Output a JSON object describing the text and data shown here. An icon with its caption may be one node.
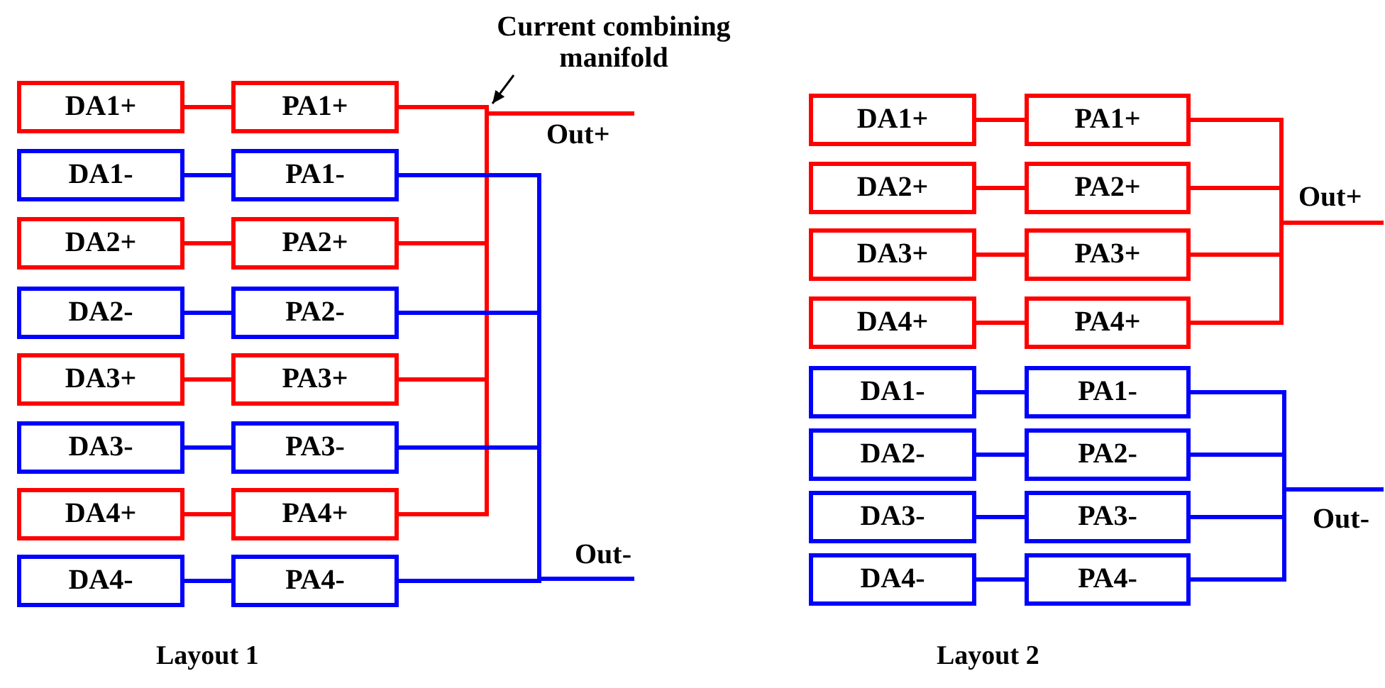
{
  "diagram": {
    "nodes": [
      {
        "text": [
          "DA1+"
        ]
      },
      {
        "text": [
          "PA1+"
        ]
      },
      {
        "text": [
          "DA1-"
        ]
      },
      {
        "text": [
          "PA1-"
        ]
      },
      {
        "text": [
          "DA2+"
        ]
      },
      {
        "text": [
          "PA2+"
        ]
      },
      {
        "text": [
          "DA2-"
        ]
      },
      {
        "text": [
          "PA2-"
        ]
      },
      {
        "text": [
          "DA3+"
        ]
      },
      {
        "text": [
          "PA3+"
        ]
      },
      {
        "text": [
          "DA3-"
        ]
      },
      {
        "text": [
          "PA3-"
        ]
      },
      {
        "text": [
          "DA4+"
        ]
      },
      {
        "text": [
          "PA4+"
        ]
      },
      {
        "text": [
          "DA4-"
        ]
      },
      {
        "text": [
          "PA4-"
        ]
      },
      {
        "text": [
          "Out+"
        ]
      },
      {
        "text": [
          "Out-"
        ]
      },
      {
        "text": [
          "Current combining manifold"
        ]
      },
      {
        "text": [
          "DA1+"
        ]
      },
      {
        "text": [
          "PA1+"
        ]
      },
      {
        "text": [
          "DA2+"
        ]
      },
      {
        "text": [
          "PA2+"
        ]
      },
      {
        "text": [
          "DA3+"
        ]
      },
      {
        "text": [
          "PA3+"
        ]
      },
      {
        "text": [
          "DA4+"
        ]
      },
      {
        "text": [
          "PA4+"
        ]
      },
      {
        "text": [
          "DA1-"
        ]
      },
      {
        "text": [
          "PA1-"
        ]
      },
      {
        "text": [
          "DA2-"
        ]
      },
      {
        "text": [
          "PA2-"
        ]
      },
      {
        "text": [
          "DA3-"
        ]
      },
      {
        "text": [
          "PA3-"
        ]
      },
      {
        "text": [
          "DA4-"
        ]
      },
      {
        "text": [
          "PA4-"
        ]
      },
      {
        "text": [
          "Out+"
        ]
      },
      {
        "text": [
          "Out-"
        ]
      }
    ],
    "edges": [
      {
        "from": 0,
        "to": 1,
        "arrow": "none",
        "color": "#ff0000"
      },
      {
        "from": 2,
        "to": 3,
        "arrow": "none",
        "color": "#0000ff"
      },
      {
        "from": 4,
        "to": 5,
        "arrow": "none",
        "color": "#ff0000"
      },
      {
        "from": 6,
        "to": 7,
        "arrow": "none",
        "color": "#0000ff"
      },
      {
        "from": 8,
        "to": 9,
        "arrow": "none",
        "color": "#ff0000"
      },
      {
        "from": 10,
        "to": 11,
        "arrow": "none",
        "color": "#0000ff"
      },
      {
        "from": 12,
        "to": 13,
        "arrow": "none",
        "color": "#ff0000"
      },
      {
        "from": 14,
        "to": 15,
        "arrow": "none",
        "color": "#0000ff"
      },
      {
        "from": 1,
        "to": 16,
        "arrow": "none",
        "color": "#ff0000"
      },
      {
        "from": 5,
        "to": 16,
        "arrow": "none",
        "color": "#ff0000"
      },
      {
        "from": 9,
        "to": 16,
        "arrow": "none",
        "color": "#ff0000"
      },
      {
        "from": 13,
        "to": 16,
        "arrow": "none",
        "color": "#ff0000"
      },
      {
        "from": 3,
        "to": 17,
        "arrow": "none",
        "color": "#0000ff"
      },
      {
        "from": 7,
        "to": 17,
        "arrow": "none",
        "color": "#0000ff"
      },
      {
        "from": 11,
        "to": 17,
        "arrow": "none",
        "color": "#0000ff"
      },
      {
        "from": 15,
        "to": 17,
        "arrow": "none",
        "color": "#0000ff"
      },
      {
        "from": 18,
        "to": null,
        "arrow": "to",
        "color": "#000000"
      },
      {
        "from": 19,
        "to": 20,
        "arrow": "none",
        "color": "#ff0000"
      },
      {
        "from": 21,
        "to": 22,
        "arrow": "none",
        "color": "#ff0000"
      },
      {
        "from": 23,
        "to": 24,
        "arrow": "none",
        "color": "#ff0000"
      },
      {
        "from": 25,
        "to": 26,
        "arrow": "none",
        "color": "#ff0000"
      },
      {
        "from": 27,
        "to": 28,
        "arrow": "none",
        "color": "#0000ff"
      },
      {
        "from": 29,
        "to": 30,
        "arrow": "none",
        "color": "#0000ff"
      },
      {
        "from": 31,
        "to": 32,
        "arrow": "none",
        "color": "#0000ff"
      },
      {
        "from": 33,
        "to": 34,
        "arrow": "none",
        "color": "#0000ff"
      },
      {
        "from": 20,
        "to": 35,
        "arrow": "none",
        "color": "#ff0000"
      },
      {
        "from": 22,
        "to": 35,
        "arrow": "none",
        "color": "#ff0000"
      },
      {
        "from": 24,
        "to": 35,
        "arrow": "none",
        "color": "#ff0000"
      },
      {
        "from": 26,
        "to": 35,
        "arrow": "none",
        "color": "#ff0000"
      },
      {
        "from": 28,
        "to": 36,
        "arrow": "none",
        "color": "#0000ff"
      },
      {
        "from": 30,
        "to": 36,
        "arrow": "none",
        "color": "#0000ff"
      },
      {
        "from": 32,
        "to": 36,
        "arrow": "none",
        "color": "#0000ff"
      },
      {
        "from": 34,
        "to": 36,
        "arrow": "none",
        "color": "#0000ff"
      }
    ],
    "labels": [
      "Layout 1",
      "Layout 2"
    ]
  }
}
